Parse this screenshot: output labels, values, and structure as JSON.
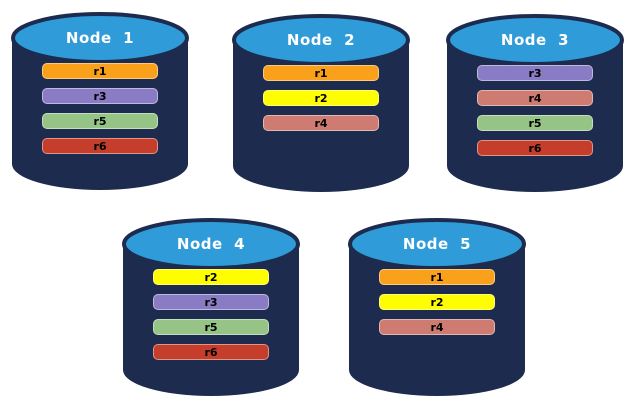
{
  "diagram": {
    "background_color": "#FFFFFF",
    "cylinder_body_color": "#1C2B4E",
    "cylinder_top_color": "#2F9BD8"
  },
  "colors": {
    "r1": "#F9A11B",
    "r2": "#FEFE00",
    "r3": "#8A7CC4",
    "r4": "#CE7B71",
    "r5": "#96C487",
    "r6": "#C43E2B"
  },
  "nodes": [
    {
      "title": "Node  1",
      "bars": [
        "r1",
        "r3",
        "r5",
        "r6"
      ]
    },
    {
      "title": "Node  2",
      "bars": [
        "r1",
        "r2",
        "r4"
      ]
    },
    {
      "title": "Node  3",
      "bars": [
        "r3",
        "r4",
        "r5",
        "r6"
      ]
    },
    {
      "title": "Node  4",
      "bars": [
        "r2",
        "r3",
        "r5",
        "r6"
      ]
    },
    {
      "title": "Node  5",
      "bars": [
        "r1",
        "r2",
        "r4"
      ]
    }
  ]
}
